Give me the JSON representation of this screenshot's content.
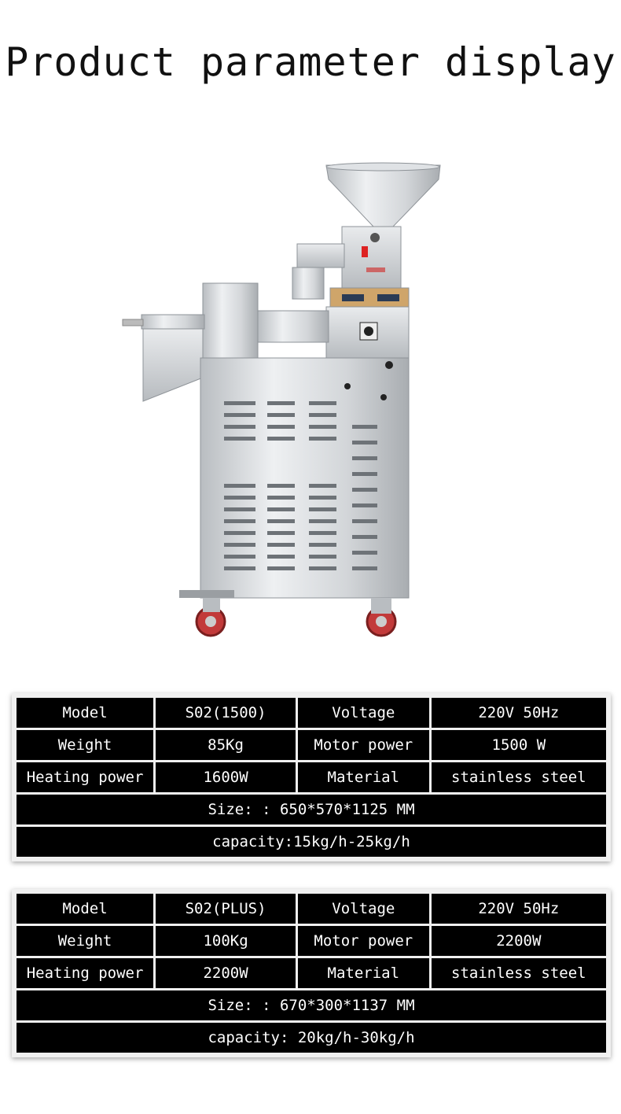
{
  "title": "Product parameter display",
  "tables": [
    {
      "rows": [
        [
          "Model",
          "S02(1500)",
          "Voltage",
          "220V 50Hz"
        ],
        [
          "Weight",
          "85Kg",
          "Motor power",
          "1500 W"
        ],
        [
          "Heating power",
          "1600W",
          "Material",
          "stainless steel"
        ]
      ],
      "size": "Size: : 650*570*1125 MM",
      "capacity": "capacity:15kg/h-25kg/h"
    },
    {
      "rows": [
        [
          "Model",
          "S02(PLUS)",
          "Voltage",
          "220V 50Hz"
        ],
        [
          "Weight",
          "100Kg",
          "Motor power",
          "2200W"
        ],
        [
          "Heating power",
          "2200W",
          "Material",
          "stainless steel"
        ]
      ],
      "size": "Size: : 670*300*1137 MM",
      "capacity": "capacity: 20kg/h-30kg/h"
    }
  ]
}
